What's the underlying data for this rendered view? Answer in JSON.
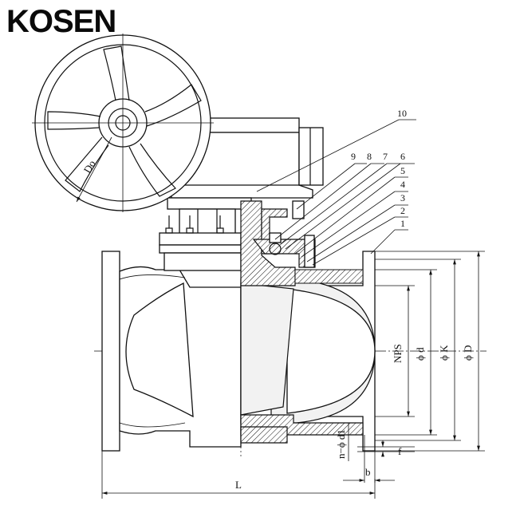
{
  "brand": {
    "logo": "KOSEN"
  },
  "callouts": [
    "1",
    "2",
    "3",
    "4",
    "5",
    "6",
    "7",
    "8",
    "9",
    "10"
  ],
  "dimensions": {
    "handwheel": "Do",
    "nps": "NPS",
    "bore": "ϕ d",
    "bolt_circle": "ϕ K",
    "flange_dia": "ϕ D",
    "bolt_holes": "n−ϕ d1",
    "raised_face": "f",
    "flange_thk": "b",
    "length": "L"
  }
}
